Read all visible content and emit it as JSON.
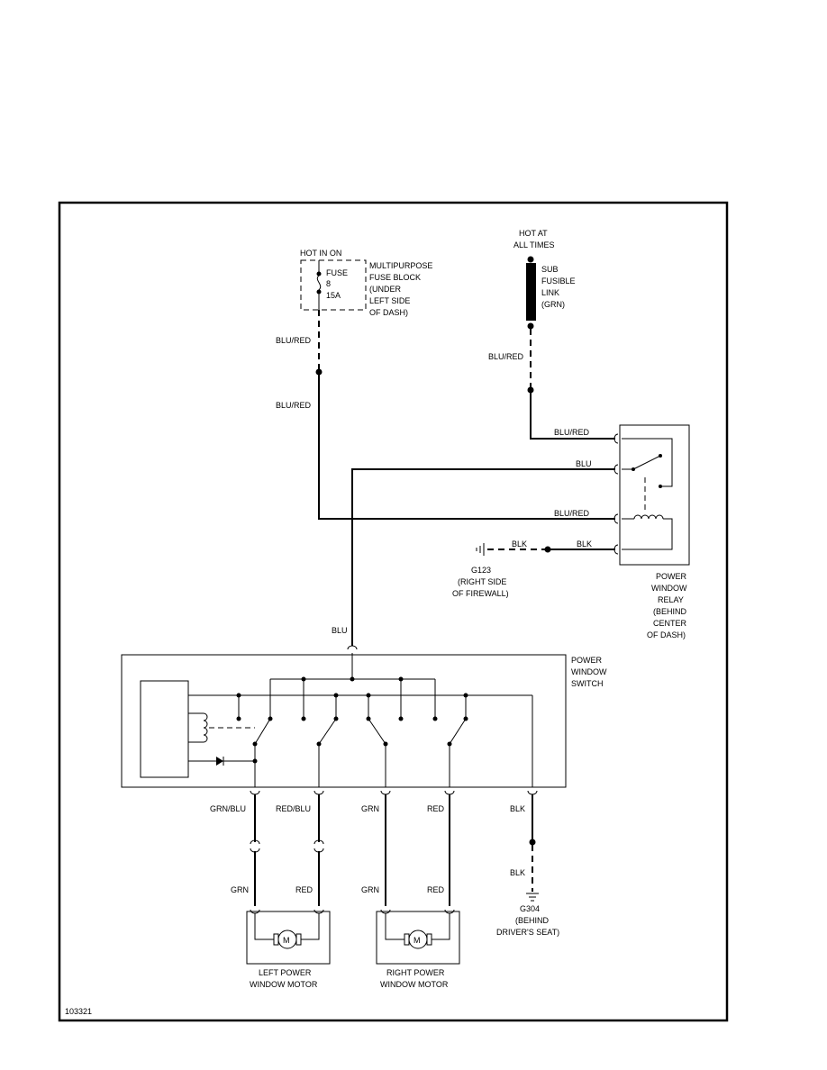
{
  "fuse_block": {
    "hot_label": "HOT IN ON",
    "fuse_lines": [
      "FUSE",
      "8",
      "15A"
    ],
    "location_lines": [
      "MULTIPURPOSE",
      "FUSE BLOCK",
      "(UNDER",
      "LEFT SIDE",
      "OF DASH)"
    ]
  },
  "fusible_link": {
    "hot_lines": [
      "HOT AT",
      "ALL TIMES"
    ],
    "label_lines": [
      "SUB",
      "FUSIBLE",
      "LINK",
      "(GRN)"
    ]
  },
  "wires": {
    "fuse_out_upper": "BLU/RED",
    "fuse_out_lower": "BLU/RED",
    "link_out": "BLU/RED",
    "relay_in_blu_red": "BLU/RED",
    "relay_out_blu": "BLU",
    "relay_coil_blu_red": "BLU/RED",
    "relay_ground_near": "BLK",
    "relay_ground_far": "BLK",
    "switch_in_blu": "BLU",
    "sw_out_1": "GRN/BLU",
    "sw_out_2": "RED/BLU",
    "sw_out_3": "GRN",
    "sw_out_4": "RED",
    "sw_out_5": "BLK",
    "sw_ground_lower": "BLK",
    "left_motor_a": "GRN",
    "left_motor_b": "RED",
    "right_motor_a": "GRN",
    "right_motor_b": "RED"
  },
  "ground_g123": {
    "lines": [
      "G123",
      "(RIGHT SIDE",
      "OF FIREWALL)"
    ]
  },
  "relay": {
    "lines": [
      "POWER",
      "WINDOW",
      "RELAY",
      "(BEHIND",
      "CENTER",
      "OF DASH)"
    ]
  },
  "switch": {
    "lines": [
      "POWER",
      "WINDOW",
      "SWITCH"
    ]
  },
  "ground_g304": {
    "lines": [
      "G304",
      "(BEHIND",
      "DRIVER'S SEAT)"
    ]
  },
  "left_motor": {
    "symbol": "M",
    "lines": [
      "LEFT POWER",
      "WINDOW MOTOR"
    ]
  },
  "right_motor": {
    "symbol": "M",
    "lines": [
      "RIGHT POWER",
      "WINDOW MOTOR"
    ]
  },
  "figure_id": "103321"
}
